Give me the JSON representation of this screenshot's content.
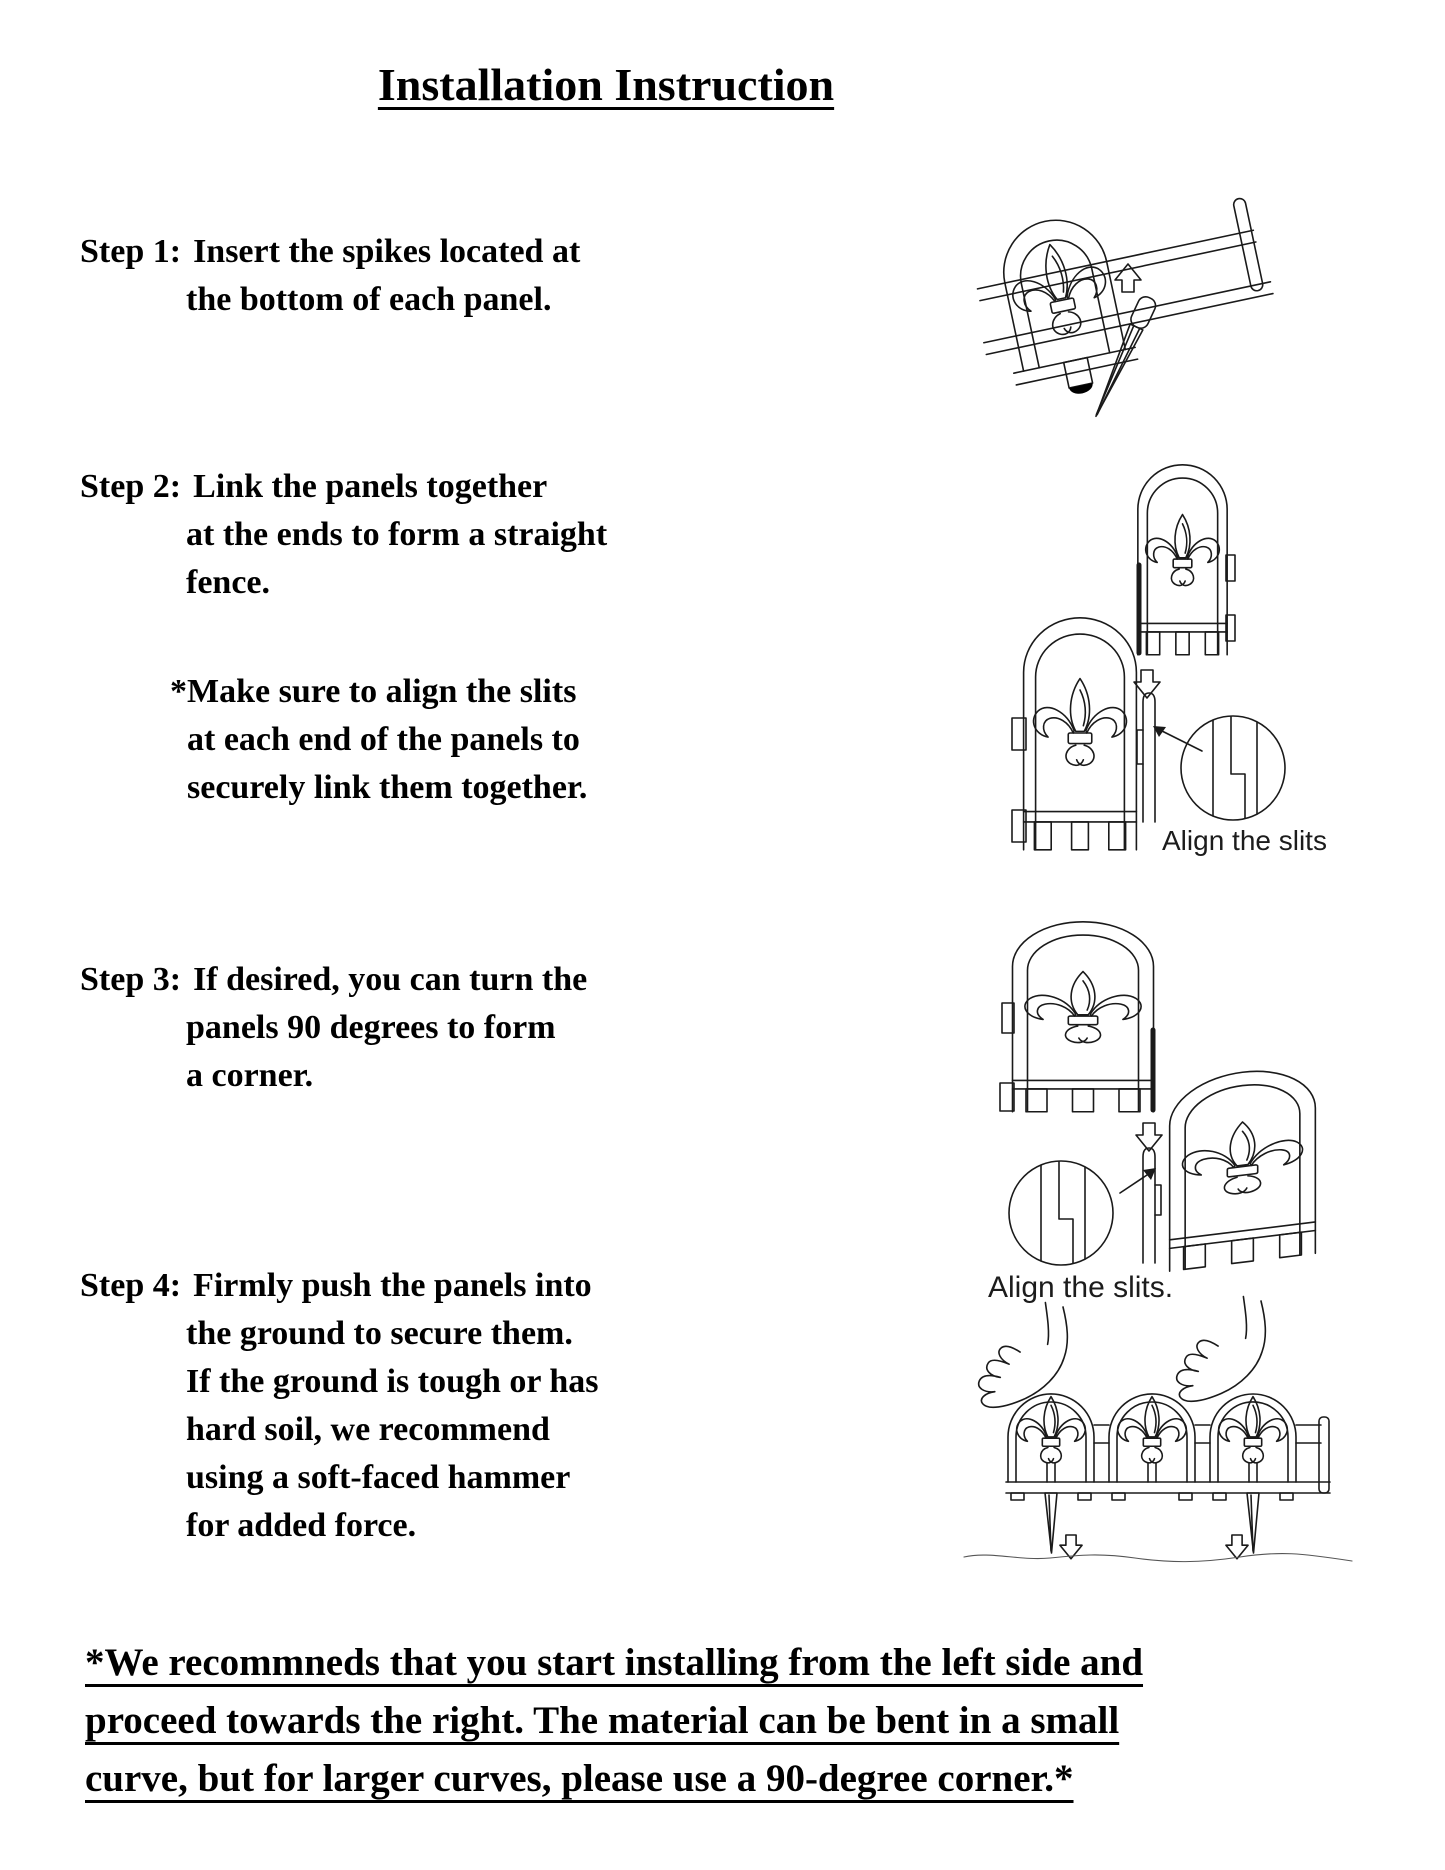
{
  "page": {
    "title": "Installation Instruction"
  },
  "steps": [
    {
      "label": "Step 1:",
      "lines": [
        "Insert the spikes located at",
        "the bottom of each panel."
      ]
    },
    {
      "label": "Step 2:",
      "lines": [
        "Link the panels together",
        "at the ends to form a straight",
        "fence."
      ]
    },
    {
      "label": "Step 3:",
      "lines": [
        "If desired, you can turn the",
        "panels 90 degrees to form",
        "a corner."
      ]
    },
    {
      "label": "Step 4:",
      "lines": [
        "Firmly push the panels into",
        "the ground to secure them.",
        "If the ground is tough or has",
        "hard soil, we recommend",
        "using a soft-faced hammer",
        "for added force."
      ]
    }
  ],
  "note": {
    "lines": [
      "*Make sure to align the slits",
      "at each end of the panels to",
      "securely link them together."
    ]
  },
  "labels": {
    "align_slits": "Align the slits",
    "align_slits_period": "Align the slits."
  },
  "footer": {
    "lines": [
      "*We recommneds that you start installing from the left side and",
      "proceed towards the right. The material can be bent in a small",
      "curve, but for larger curves, please use a 90-degree corner.*"
    ]
  },
  "colors": {
    "background": "#ffffff",
    "text": "#000000",
    "line_art": "#1a1a1a"
  }
}
